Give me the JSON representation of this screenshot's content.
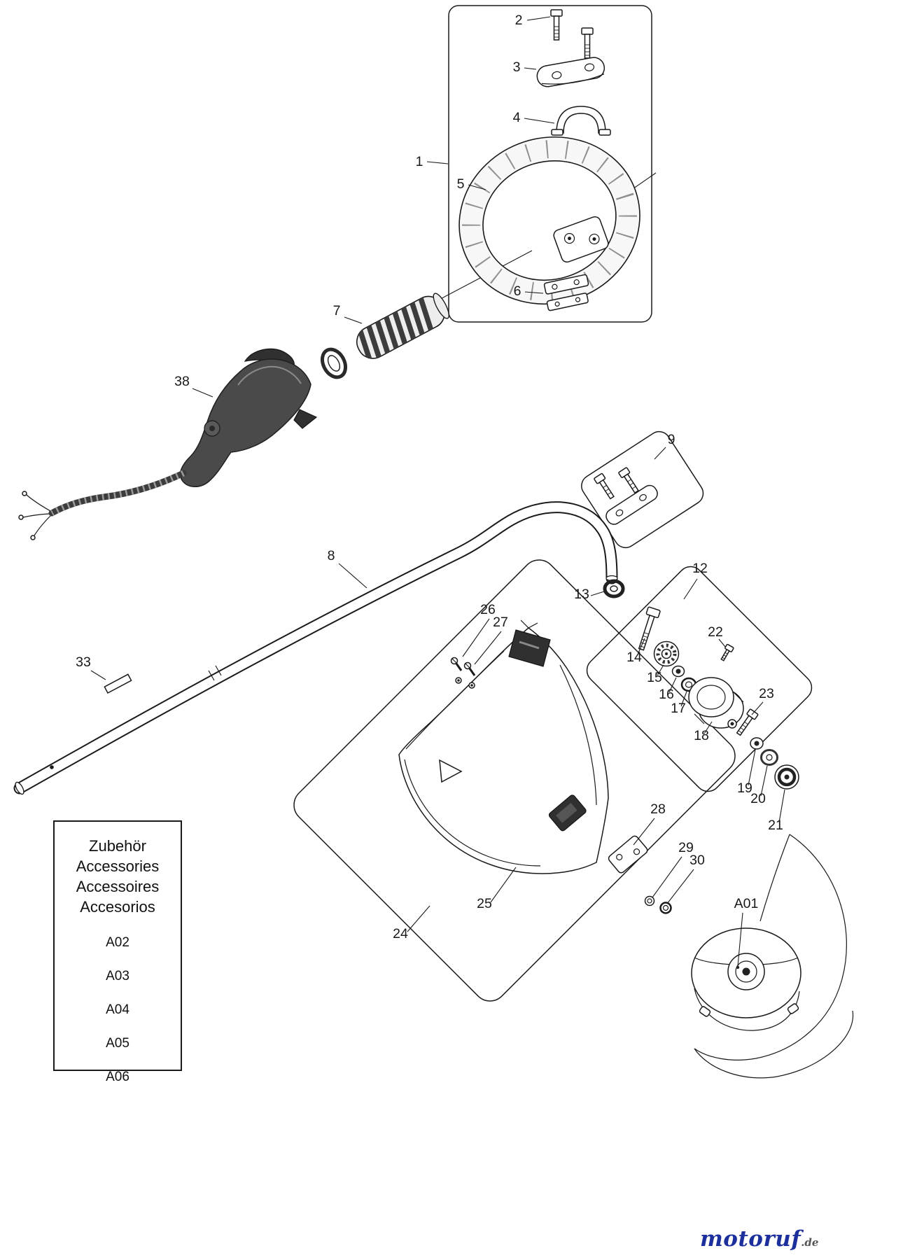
{
  "callouts": {
    "1": "1",
    "2": "2",
    "3": "3",
    "4": "4",
    "5": "5",
    "6": "6",
    "7": "7",
    "8": "8",
    "9": "9",
    "12": "12",
    "13": "13",
    "14": "14",
    "15": "15",
    "16": "16",
    "17": "17",
    "18": "18",
    "19": "19",
    "20": "20",
    "21": "21",
    "22": "22",
    "23": "23",
    "24": "24",
    "25": "25",
    "26": "26",
    "27": "27",
    "28": "28",
    "29": "29",
    "30": "30",
    "33": "33",
    "38": "38",
    "A01": "A01"
  },
  "accessories_box": {
    "title_lines": [
      "Zubehör",
      "Accessories",
      "Accessoires",
      "Accesorios"
    ],
    "items": [
      "A02",
      "A03",
      "A04",
      "A05",
      "A06"
    ]
  },
  "logo": {
    "name": "motoruf",
    "tld": ".de"
  },
  "colors": {
    "diagram_line": "#1a1a1a",
    "dark_part": "#303030",
    "logo_blue": "#1c2f9c",
    "logo_gray": "#555555"
  }
}
